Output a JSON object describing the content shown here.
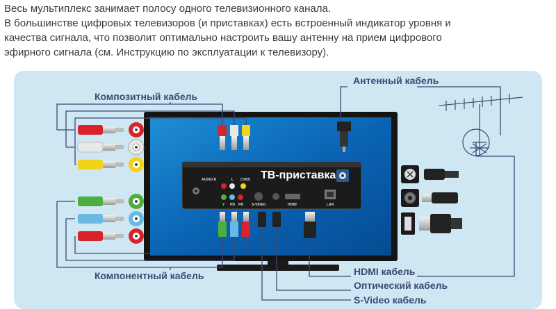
{
  "intro": {
    "line1": "Весь мультиплекс занимает полосу одного телевизионного канала.",
    "line2": "В большинстве цифровых телевизоров (и приставках) есть встроенный индикатор уровня и",
    "line3": "качества сигнала, что позволит оптимально настроить вашу антенну на прием цифрового",
    "line4": "эфирного сигнала (см. Инструкцию по эксплуатации к телевизору)."
  },
  "labels": {
    "composite": "Композитный кабель",
    "antenna": "Антенный кабель",
    "component": "Компонентный кабель",
    "hdmi": "HDMI кабель",
    "optical": "Оптический кабель",
    "svideo": "S-Video кабель"
  },
  "box": {
    "title": "ТВ-приставка",
    "ports": {
      "audio": "AUDIO R",
      "l": "L",
      "cvbs": "CVBS",
      "y": "Y",
      "pb": "PB",
      "pr": "PR",
      "svideo": "S-VIDEO",
      "hdmi": "HDMI",
      "lan": "LAN"
    }
  },
  "colors": {
    "red": "#d8232a",
    "white": "#e8e8e8",
    "yellow": "#f3d21a",
    "green": "#4cae3c",
    "blue": "#69b9e4",
    "line": "#3b4a74",
    "panel": "#cfe6f3"
  }
}
